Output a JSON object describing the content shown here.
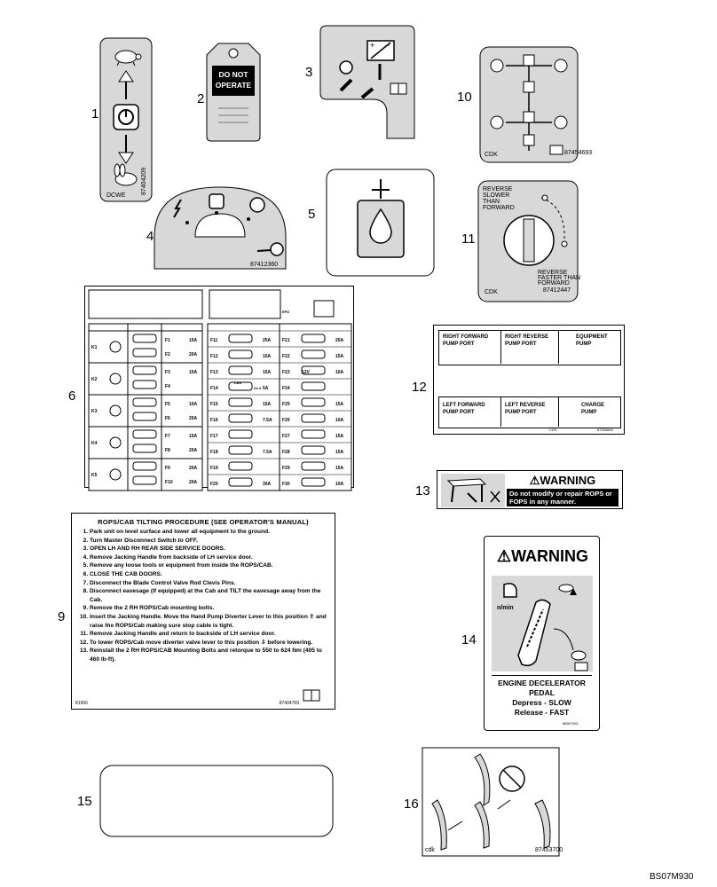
{
  "callouts": [
    "1",
    "2",
    "3",
    "4",
    "5",
    "6",
    "9",
    "10",
    "11",
    "12",
    "13",
    "14",
    "15",
    "16"
  ],
  "figure_code": "BS07M930",
  "decal1": {
    "part_no": "87404209",
    "code": "DCWE"
  },
  "decal2": {
    "tag_line1": "DO NOT",
    "tag_line2": "OPERATE"
  },
  "decal4": {
    "part_no": "87412360"
  },
  "decal10": {
    "code": "CDK",
    "code2": "87454693"
  },
  "decal11": {
    "top_lines": [
      "REVERSE",
      "SLOWER",
      "THAN",
      "FORWARD"
    ],
    "bottom_lines": [
      "REVERSE",
      "FASTER THAN",
      "FORWARD"
    ],
    "code": "CDK",
    "part_no": "87412447"
  },
  "decal12": {
    "cells": [
      {
        "l1": "RIGHT  FORWARD",
        "l2": "PUMP  PORT"
      },
      {
        "l1": "RIGHT  REVERSE",
        "l2": "PUMP  PORT"
      },
      {
        "l1": "EQUIPMENT",
        "l2": "PUMP"
      },
      {
        "l1": "LEFT  FORWARD",
        "l2": "PUMP  PORT"
      },
      {
        "l1": "LEFT  REVERSE",
        "l2": "PUMP  PORT"
      },
      {
        "l1": "CHARGE",
        "l2": "PUMP"
      }
    ],
    "code": "CDK",
    "part_no": "87454663"
  },
  "decal13": {
    "header": "WARNING",
    "text": "Do not modify or repair ROPS or FOPS in any manner."
  },
  "decal14": {
    "header": "WARNING",
    "unit": "n/min",
    "lines": [
      "ENGINE DECELERATOR",
      "PEDAL",
      "Depress - SLOW",
      "Release - FAST"
    ],
    "part_no": "86507461"
  },
  "decal9": {
    "title": "ROPS/CAB TILTING PROCEDURE (SEE OPERATOR'S MANUAL)",
    "steps": [
      "Park unit on level surface and lower all equipment to the ground.",
      "Turn Master Disconnect Switch to OFF.",
      "OPEN LH AND RH REAR SIDE SERVICE DOORS.",
      "Remove Jacking Handle from backside of LH service door.",
      "Remove any loose tools or equipment from inside the ROPS/CAB.",
      "CLOSE THE CAB DOORS.",
      "Disconnect the Blade Control Valve Rod Clevis Pins.",
      "Disconnect eavesage (If equipped) at the Cab and TILT the eavesage away from the Cab.",
      "Remove the 2 RH ROPS/Cab mounting bolts.",
      "Insert the Jacking Handle. Move the Hand Pump Diverter Lever to this position ⇧ and raise the ROPS/Cab making sure stop cable is tight.",
      "Remove Jacking Handle and return to backside of LH service door.",
      "To lower ROPS/Cab move diverter valve lever to this position ⇩ before lowering.",
      "Reinstall the 2 RH ROPS/CAB Mounting Bolts and retorque to 550 to 624 Nm (405 to 460 lb-ft)."
    ],
    "foot_left": "81956",
    "foot_right": "87404769"
  },
  "decal6": {
    "left_rows": [
      {
        "relay": "K1",
        "fuses": [
          [
            "F1",
            "15A"
          ],
          [
            "F2",
            "20A"
          ]
        ]
      },
      {
        "relay": "K2",
        "fuses": [
          [
            "F3",
            "10A"
          ],
          [
            "F4",
            ""
          ]
        ]
      },
      {
        "relay": "K3",
        "fuses": [
          [
            "F5",
            "10A"
          ],
          [
            "F6",
            "20A"
          ]
        ]
      },
      {
        "relay": "K4",
        "fuses": [
          [
            "F7",
            "15A"
          ],
          [
            "F8",
            "20A"
          ]
        ]
      },
      {
        "relay": "K5",
        "fuses": [
          [
            "F9",
            "20A"
          ],
          [
            "F10",
            "20A"
          ]
        ]
      }
    ],
    "right_rows": [
      [
        "F11",
        "25A",
        "F21",
        "25A"
      ],
      [
        "F12",
        "15A",
        "F22",
        "15A"
      ],
      [
        "F13",
        "15A",
        "F23",
        "10A"
      ],
      [
        "F14",
        "5A",
        "F24",
        ""
      ],
      [
        "F15",
        "15A",
        "F25",
        "15A"
      ],
      [
        "F16",
        "7.5A",
        "F26",
        "10A"
      ],
      [
        "F17",
        "",
        "F27",
        "15A"
      ],
      [
        "F18",
        "7.5A",
        "F28",
        "15A"
      ],
      [
        "F19",
        "",
        "F29",
        "15A"
      ],
      [
        "F20",
        "30A",
        "F30",
        "10A"
      ]
    ],
    "mid_labels": [
      "LBS",
      "24-4",
      "12V"
    ],
    "code": "EPD"
  },
  "colors": {
    "line": "#000000",
    "decal_fill": "#d8d8d8",
    "paper": "#ffffff"
  }
}
